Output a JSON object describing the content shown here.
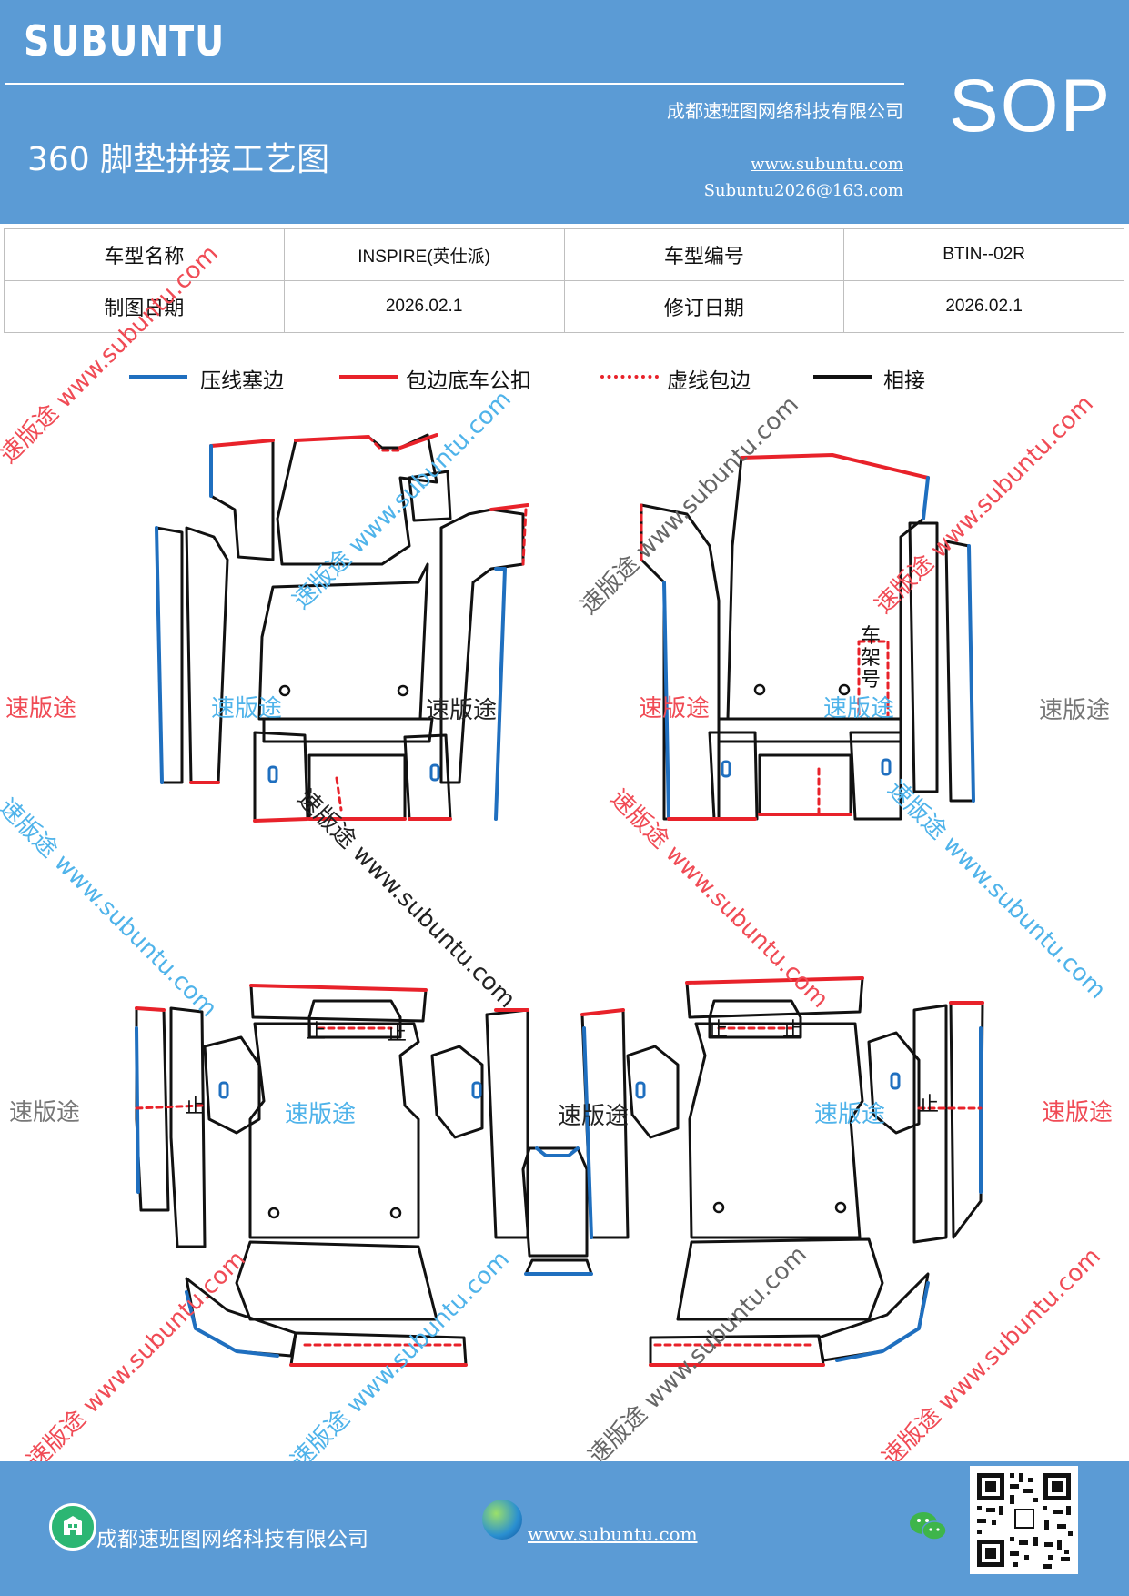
{
  "header": {
    "brand": "SUBUNTU",
    "badge": "SOP",
    "title": "360 脚垫拼接工艺图",
    "company": "成都速班图网络科技有限公司",
    "website": "www.subuntu.com",
    "email": "Subuntu2026@163.com"
  },
  "info_table": {
    "row1": {
      "label1": "车型名称",
      "value1": "INSPIRE(英仕派)",
      "label2": "车型编号",
      "value2": "BTIN--02R"
    },
    "row2": {
      "label1": "制图日期",
      "value1": "2026.02.1",
      "label2": "修订日期",
      "value2": "2026.02.1"
    }
  },
  "legend": [
    {
      "label": "压线塞边",
      "color": "#1f6fbf",
      "style": "solid"
    },
    {
      "label": "包边底车公扣",
      "color": "#e8222a",
      "style": "solid"
    },
    {
      "label": "虚线包边",
      "color": "#e8222a",
      "style": "dashed"
    },
    {
      "label": "相接",
      "color": "#111111",
      "style": "solid"
    }
  ],
  "diagram_labels": {
    "frame_number": "车架号",
    "mark": "止"
  },
  "watermark": {
    "brand": "速版途",
    "url": "www.subuntu.com",
    "combined": "速版途 www.subuntu.com"
  },
  "colors": {
    "header_bg": "#5b9bd5",
    "press_line": "#1f6fbf",
    "edge_red": "#e8222a",
    "joint_black": "#111111",
    "watermark_red": "#f04b55",
    "watermark_blue": "#4fb3ea",
    "watermark_gray": "#777777"
  },
  "footer": {
    "company": "成都速班图网络科技有限公司",
    "website": "www.subuntu.com",
    "company_icon": "building-icon",
    "web_icon": "globe-icon",
    "wechat_icon": "wechat-icon",
    "qr_icon": "qr-code-icon"
  }
}
